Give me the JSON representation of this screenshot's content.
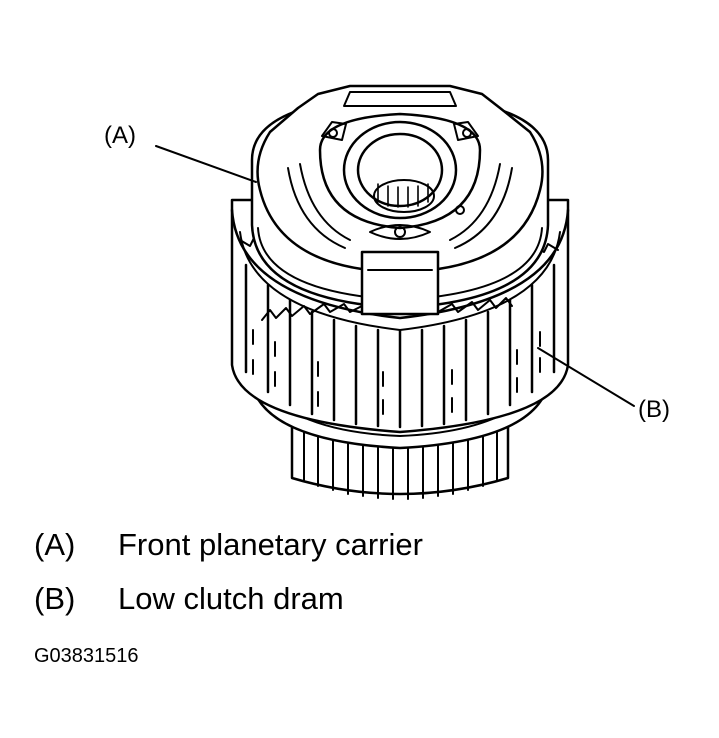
{
  "diagram": {
    "callouts": {
      "a": "(A)",
      "b": "(B)"
    }
  },
  "legend": [
    {
      "key": "(A)",
      "text": "Front planetary carrier"
    },
    {
      "key": "(B)",
      "text": "Low clutch dram"
    }
  ],
  "figure_id": "G03831516"
}
